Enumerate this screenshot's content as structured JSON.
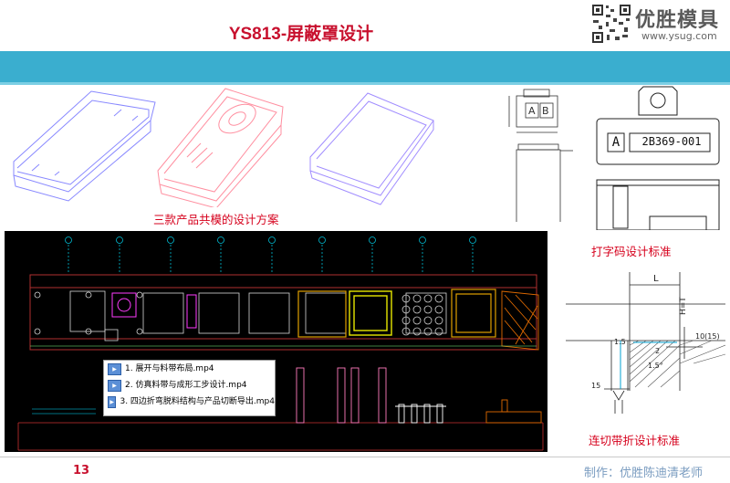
{
  "header": {
    "title": "YS813-屏蔽罩设计",
    "logo_text": "优胜模具",
    "logo_url": "www.ysug.com"
  },
  "captions": {
    "products": "三款产品共模的设计方案",
    "marking": "打字码设计标准",
    "bending": "连切带折设计标准"
  },
  "stamp": {
    "left": "A",
    "right": "2B369-001"
  },
  "files": [
    {
      "label": "1. 展开与料带布局.mp4"
    },
    {
      "label": "2. 仿真料带与成形工步设计.mp4"
    },
    {
      "label": "3. 四边折弯脱料结构与产品切断导出.mp4"
    }
  ],
  "dims": {
    "L": "L",
    "H": "H=T",
    "d1": "1.5",
    "d2": "2",
    "d3": "1.5°",
    "d4": "10(15)",
    "d5": "15"
  },
  "footer": {
    "page_number": "13",
    "author": "制作：优胜陈迪清老师"
  },
  "colors": {
    "title": "#c8102e",
    "band": "#3aaecf",
    "caption": "#d6001c"
  }
}
